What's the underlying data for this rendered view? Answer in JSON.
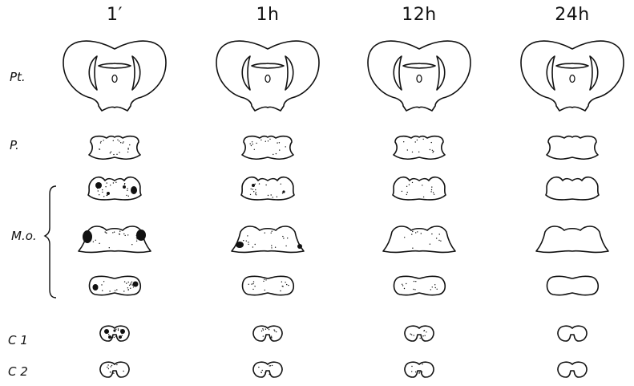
{
  "figure": {
    "columns": [
      {
        "label": "1′",
        "spots": 4
      },
      {
        "label": "1h",
        "spots": 3
      },
      {
        "label": "12h",
        "spots": 2
      },
      {
        "label": "24h",
        "spots": 0
      }
    ],
    "rows": [
      {
        "label": "Pt.",
        "shape": "pt"
      },
      {
        "label": "P.",
        "shape": "pons"
      },
      {
        "label": "",
        "shape": "mo1"
      },
      {
        "label": "M.o.",
        "shape": "mo2"
      },
      {
        "label": "",
        "shape": "mo3"
      },
      {
        "label": "C 1",
        "shape": "c1"
      },
      {
        "label": "C 2",
        "shape": "c2"
      }
    ],
    "stroke_color": "#111111",
    "lesion_color": "#111111"
  }
}
